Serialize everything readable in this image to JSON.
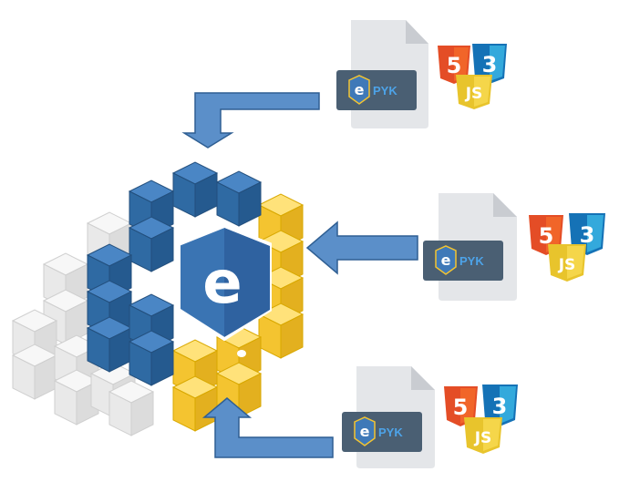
{
  "colors": {
    "arrow_fill": "#5b8fc9",
    "arrow_stroke": "#2f5f93",
    "cube_blue": "#2f6aa3",
    "cube_yellow": "#f4c430",
    "cube_white": "#eeeeee",
    "badge_blue": "#4a86c5",
    "doc_gray": "#e4e6e9",
    "plate_dark": "#4a5f73",
    "html5_orange": "#e44d26",
    "css3_blue": "#1572b6",
    "js_yellow": "#e8c42c"
  },
  "central": {
    "badge_letter": "e"
  },
  "sources": [
    {
      "badge_letter": "e",
      "plate_text": "PYK",
      "html_number": "5",
      "css_number": "3",
      "js_text": "JS"
    },
    {
      "badge_letter": "e",
      "plate_text": "PYK",
      "html_number": "5",
      "css_number": "3",
      "js_text": "JS"
    },
    {
      "badge_letter": "e",
      "plate_text": "PYK",
      "html_number": "5",
      "css_number": "3",
      "js_text": "JS"
    }
  ]
}
